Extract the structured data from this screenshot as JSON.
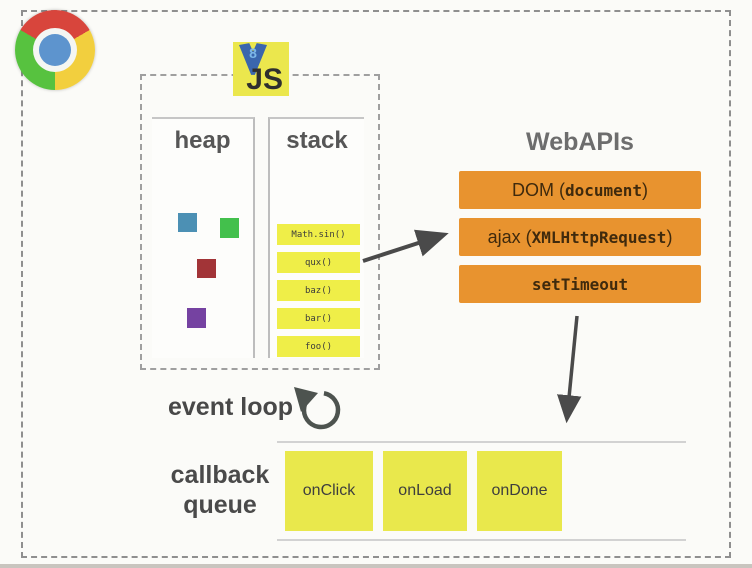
{
  "js_engine": {
    "logo": "JS",
    "v8_badge": "8",
    "heap": {
      "label": "heap",
      "objects": [
        {
          "name": "heap-object-blue",
          "color": "#4c90b4"
        },
        {
          "name": "heap-object-green",
          "color": "#43c04c"
        },
        {
          "name": "heap-object-red",
          "color": "#a23437"
        },
        {
          "name": "heap-object-purple",
          "color": "#7542a1"
        }
      ]
    },
    "stack": {
      "label": "stack",
      "frames": [
        "Math.sin()",
        "qux()",
        "baz()",
        "bar()",
        "foo()"
      ]
    }
  },
  "webapis": {
    "title": "WebAPIs",
    "bars": [
      {
        "prefix": "DOM (",
        "code": "document",
        "suffix": ")"
      },
      {
        "prefix": "ajax (",
        "code": "XMLHttpRequest",
        "suffix": ")"
      },
      {
        "prefix": "",
        "code": "setTimeout",
        "suffix": ""
      }
    ]
  },
  "event_loop": {
    "label": "event loop",
    "icon": "loop-arrow-icon"
  },
  "callback_queue": {
    "label_line1": "callback",
    "label_line2": "queue",
    "items": [
      "onClick",
      "onLoad",
      "onDone"
    ]
  },
  "icons": {
    "browser": "chrome-icon"
  },
  "colors": {
    "webapi_orange": "#e8932f",
    "stack_frame_yellow": "#efee48",
    "callback_yellow": "#e9e84c",
    "js_logo_yellow": "#ebe74d",
    "arrow_gray": "#4a4a4a",
    "dashed_border_gray": "#8f8f8f"
  }
}
